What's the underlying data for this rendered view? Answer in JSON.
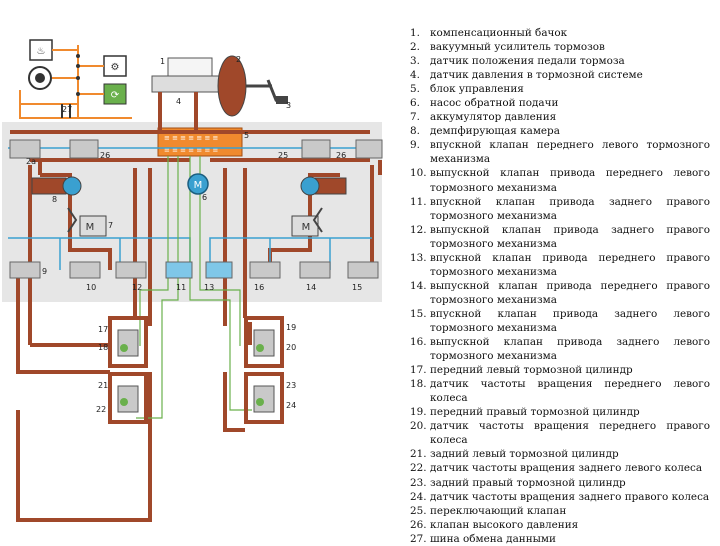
{
  "diagram": {
    "labels": {
      "l1": "1",
      "l2": "2",
      "l3": "3",
      "l4": "4",
      "l5": "5",
      "l6": "6",
      "l7": "7",
      "l8": "8",
      "l9": "9",
      "l10": "10",
      "l11": "11",
      "l12": "12",
      "l13": "13",
      "l14": "14",
      "l15": "15",
      "l16": "16",
      "l17": "17",
      "l18": "18",
      "l19": "19",
      "l20": "20",
      "l21": "21",
      "l22": "22",
      "l23": "23",
      "l24": "24",
      "l25": "25",
      "l26a": "26",
      "l26b": "26",
      "l27": "27",
      "l2a": "2a"
    },
    "pump_glyph": "M",
    "colors": {
      "pipe": "#a0482a",
      "signal": "#3aa0d0",
      "sensor": "#6ab04c",
      "valve": "#c9c9c9",
      "control": "#f08a2e",
      "panel": "#e6e6e6"
    }
  },
  "legend": {
    "items": [
      {
        "num": "1.",
        "text": "компенсационный бачок"
      },
      {
        "num": "2.",
        "text": "вакуумный усилитель тормозов"
      },
      {
        "num": "3.",
        "text": "датчик положения педали тормоза"
      },
      {
        "num": "4.",
        "text": "датчик давления в тормозной системе"
      },
      {
        "num": "5.",
        "text": "блок управления"
      },
      {
        "num": "6.",
        "text": "насос обратной подачи"
      },
      {
        "num": "7.",
        "text": "аккумулятор давления"
      },
      {
        "num": "8.",
        "text": "демпфирующая камера"
      },
      {
        "num": "9.",
        "text": "впускной клапан переднего левого тормозного механизма"
      },
      {
        "num": "10.",
        "text": "выпускной клапан привода переднего левого тормозного механизма"
      },
      {
        "num": "11.",
        "text": "впускной клапан привода заднего правого тормозного механизма"
      },
      {
        "num": "12.",
        "text": "выпускной клапан привода заднего правого тормозного механизма"
      },
      {
        "num": "13.",
        "text": "впускной клапан привода переднего правого тормозного механизма"
      },
      {
        "num": "14.",
        "text": "выпускной клапан привода переднего правого тормозного механизма"
      },
      {
        "num": "15.",
        "text": "впускной клапан привода заднего левого тормозного механизма"
      },
      {
        "num": "16.",
        "text": "выпускной клапан привода заднего левого тормозного механизма"
      },
      {
        "num": "17.",
        "text": "передний левый тормозной цилиндр"
      },
      {
        "num": "18.",
        "text": "датчик частоты вращения переднего левого колеса"
      },
      {
        "num": "19.",
        "text": "передний правый тормозной цилиндр"
      },
      {
        "num": "20.",
        "text": "датчик частоты вращения переднего правого колеса"
      },
      {
        "num": "21.",
        "text": "задний левый тормозной цилиндр"
      },
      {
        "num": "22.",
        "text": "датчик частоты вращения заднего левого колеса"
      },
      {
        "num": "23.",
        "text": "задний правый тормозной цилиндр"
      },
      {
        "num": "24.",
        "text": "датчик частоты вращения заднего правого колеса"
      },
      {
        "num": "25.",
        "text": "переключающий клапан"
      },
      {
        "num": "26.",
        "text": "клапан высокого давления"
      },
      {
        "num": "27.",
        "text": "шина обмена данными"
      }
    ]
  }
}
